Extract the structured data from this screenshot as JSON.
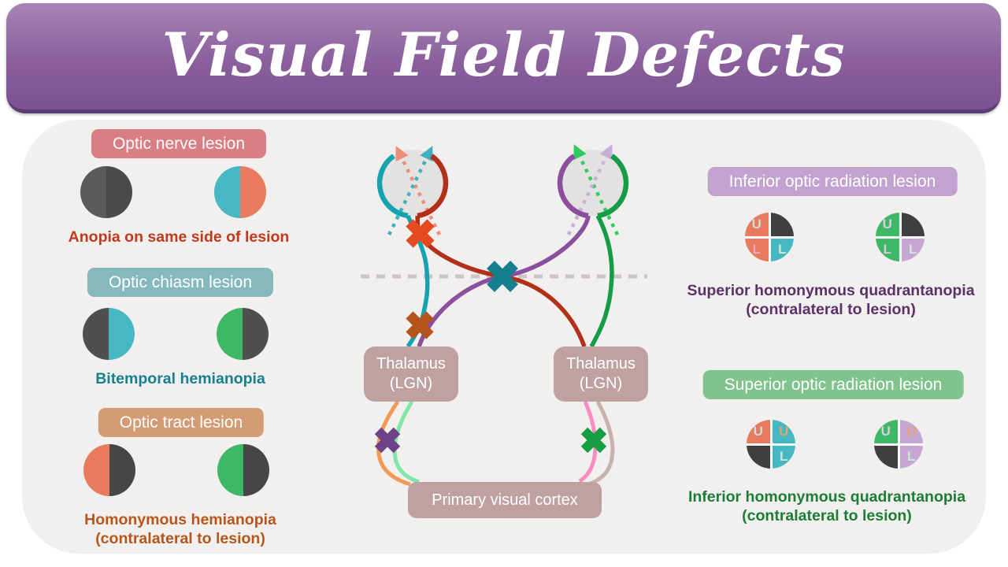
{
  "title": "Visual Field Defects",
  "banner": {
    "gradient_top": "#a884b5",
    "gradient_bottom": "#7b5190",
    "border_color": "#5e3d72",
    "text_color": "#ffffff"
  },
  "panel_bg": "#f1f0ef",
  "left_sections": [
    {
      "label": "Optic nerve lesion",
      "label_bg": "#d77f82",
      "caption_lines": [
        "Anopia on same side of lesion"
      ],
      "caption_color": "#c03a1b",
      "eyes": [
        {
          "left": "#5a5a5a",
          "right": "#4a4a4a"
        },
        {
          "left": "#45b8c3",
          "right": "#e87a5e"
        }
      ]
    },
    {
      "label": "Optic chiasm lesion",
      "label_bg": "#85b9bb",
      "caption_lines": [
        "Bitemporal hemianopia"
      ],
      "caption_color": "#17808d",
      "eyes": [
        {
          "left": "#4f4f4f",
          "right": "#45b8c3"
        },
        {
          "left": "#3eb766",
          "right": "#4f4f4f"
        }
      ]
    },
    {
      "label": "Optic tract lesion",
      "label_bg": "#d39c74",
      "caption_lines": [
        "Homonymous hemianopia",
        "(contralateral to lesion)"
      ],
      "caption_color": "#b5571d",
      "eyes": [
        {
          "left": "#e87a5e",
          "right": "#464646"
        },
        {
          "left": "#3eb766",
          "right": "#464646"
        }
      ]
    }
  ],
  "right_sections": [
    {
      "label": "Inferior optic radiation lesion",
      "label_bg": "#c2a3cf",
      "caption_lines": [
        "Superior homonymous quadrantanopia",
        "(contralateral to lesion)"
      ],
      "caption_color": "#5b3168",
      "eyes": [
        {
          "tl": {
            "bg": "#e87a5e",
            "letter": "U",
            "letter_color": "#c9dedd"
          },
          "tr": {
            "bg": "#3f3f3f",
            "letter": "",
            "letter_color": "#3f3f3f"
          },
          "bl": {
            "bg": "#e87a5e",
            "letter": "L",
            "letter_color": "#f2a6c6"
          },
          "br": {
            "bg": "#45b8c3",
            "letter": "L",
            "letter_color": "#cfe9d4"
          }
        },
        {
          "tl": {
            "bg": "#3eb766",
            "letter": "U",
            "letter_color": "#d8d0e3"
          },
          "tr": {
            "bg": "#3f3f3f",
            "letter": "",
            "letter_color": "#3f3f3f"
          },
          "bl": {
            "bg": "#3eb766",
            "letter": "L",
            "letter_color": "#ddc9dd"
          },
          "br": {
            "bg": "#c6a7d3",
            "letter": "L",
            "letter_color": "#cfe9d4"
          }
        }
      ]
    },
    {
      "label": "Superior optic radiation lesion",
      "label_bg": "#80c38d",
      "caption_lines": [
        "Inferior homonymous quadrantanopia",
        "(contralateral to lesion)"
      ],
      "caption_color": "#1d7d35",
      "eyes": [
        {
          "tl": {
            "bg": "#e87a5e",
            "letter": "U",
            "letter_color": "#c9dedd"
          },
          "tr": {
            "bg": "#45b8c3",
            "letter": "U",
            "letter_color": "#eba268"
          },
          "bl": {
            "bg": "#3f3f3f",
            "letter": "",
            "letter_color": "#3f3f3f"
          },
          "br": {
            "bg": "#45b8c3",
            "letter": "L",
            "letter_color": "#cfe9d4"
          }
        },
        {
          "tl": {
            "bg": "#3eb766",
            "letter": "U",
            "letter_color": "#d8d0e3"
          },
          "tr": {
            "bg": "#c6a7d3",
            "letter": "U",
            "letter_color": "#eba268"
          },
          "bl": {
            "bg": "#3f3f3f",
            "letter": "",
            "letter_color": "#3f3f3f"
          },
          "br": {
            "bg": "#c6a7d3",
            "letter": "L",
            "letter_color": "#cfe9d4"
          }
        }
      ]
    }
  ],
  "pathway": {
    "box_bg": "#bfa1a1",
    "thalamus_left": {
      "line1": "Thalamus",
      "line2": "(LGN)"
    },
    "thalamus_right": {
      "line1": "Thalamus",
      "line2": "(LGN)"
    },
    "cortex": "Primary visual cortex"
  },
  "pathway_colors": {
    "eye_fill": "#e3e2e1",
    "midline_dash": "#cdc5c5",
    "left_temporal": "#17a2b0",
    "left_nasal": "#b23019",
    "right_nasal": "#8b4f9e",
    "right_temporal": "#169b46",
    "left_radiation_outer": "#f09a56",
    "left_radiation_inner": "#7fe8a8",
    "right_radiation_inner": "#fb8cc3",
    "right_radiation_outer": "#c9b2ae",
    "arrow_salmon": "#ee8d7c",
    "arrow_teal": "#3fb0bf",
    "arrow_green": "#2ecc5e",
    "arrow_lavender": "#c7b0d8"
  },
  "x_markers": {
    "optic_nerve": "#e54a20",
    "optic_chiasm": "#157f8f",
    "optic_tract": "#b5551b",
    "inferior_radiation": "#6b4386",
    "superior_radiation": "#169f42"
  }
}
